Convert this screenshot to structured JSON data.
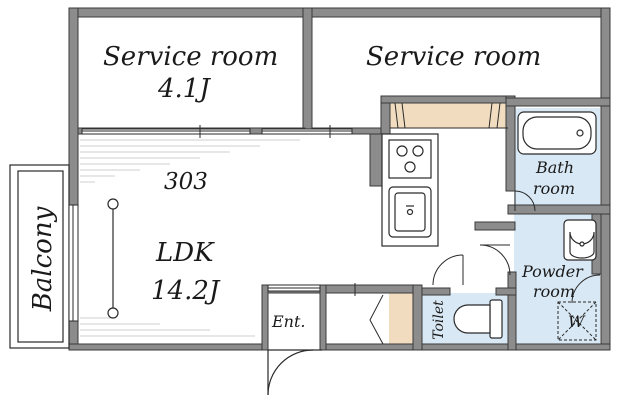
{
  "plan": {
    "rooms": {
      "service_room_1": {
        "name": "Service room",
        "size": "4.1J"
      },
      "service_room_2": {
        "name": "Service room"
      },
      "unit_number": "303",
      "ldk": {
        "name": "LDK",
        "size": "14.2J"
      },
      "balcony": "Balcony",
      "bath": {
        "line1": "Bath",
        "line2": "room"
      },
      "powder": {
        "line1": "Powder",
        "line2": "room"
      },
      "washer": "W",
      "toilet": "Toilet",
      "entrance": "Ent."
    },
    "colors": {
      "wall": "#8c8c8c",
      "wet_area": "#d8e8f4",
      "storage": "#f2dcc0",
      "line": "#2a2a2a"
    }
  }
}
